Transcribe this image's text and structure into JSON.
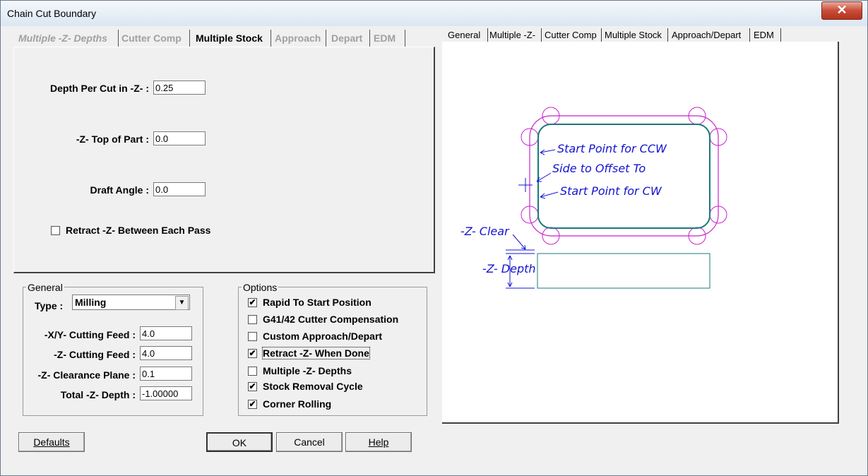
{
  "window": {
    "title": "Chain Cut Boundary",
    "close_glyph": "✕"
  },
  "left_tabs": [
    {
      "label": "Multiple -Z- Depths"
    },
    {
      "label": "Cutter Comp"
    },
    {
      "label": "Multiple Stock"
    },
    {
      "label": "Approach"
    },
    {
      "label": "Depart"
    },
    {
      "label": "EDM"
    }
  ],
  "stock": {
    "depth_per_cut_label": "Depth Per Cut in -Z- :",
    "depth_per_cut_value": "0.25",
    "top_of_part_label": "-Z- Top of Part :",
    "top_of_part_value": "0.0",
    "draft_angle_label": "Draft Angle :",
    "draft_angle_value": "0.0",
    "retract_label": "Retract -Z- Between Each Pass"
  },
  "general": {
    "title": "General",
    "type_label": "Type :",
    "type_value": "Milling",
    "xy_feed_label": "-X/Y- Cutting Feed :",
    "xy_feed_value": "4.0",
    "z_feed_label": "-Z- Cutting Feed :",
    "z_feed_value": "4.0",
    "clearance_label": "-Z- Clearance Plane :",
    "clearance_value": "0.1",
    "total_depth_label": "Total -Z- Depth :",
    "total_depth_value": "-1.00000"
  },
  "options": {
    "title": "Options",
    "check_glyph": "✔",
    "items": [
      {
        "label": "Rapid To Start Position",
        "checked": true
      },
      {
        "label": "G41/42 Cutter Compensation",
        "checked": false
      },
      {
        "label": "Custom Approach/Depart",
        "checked": false
      },
      {
        "label": "Retract -Z- When Done",
        "checked": true
      },
      {
        "label": "Multiple -Z- Depths",
        "checked": false
      },
      {
        "label": "Stock Removal Cycle",
        "checked": true
      },
      {
        "label": "Corner Rolling",
        "checked": true
      }
    ]
  },
  "buttons": {
    "defaults": "Defaults",
    "ok": "OK",
    "cancel": "Cancel",
    "help": "Help"
  },
  "right_tabs": [
    {
      "label": "General"
    },
    {
      "label": "Multiple -Z-"
    },
    {
      "label": "Cutter Comp"
    },
    {
      "label": "Multiple Stock"
    },
    {
      "label": "Approach/Depart"
    },
    {
      "label": "EDM"
    }
  ],
  "diagram": {
    "ccw": "Start Point for CCW",
    "side": "Side to Offset To",
    "cw": "Start Point for CW",
    "clear": "-Z- Clear",
    "depth": "-Z- Depth",
    "colors": {
      "outline": "#cc22cc",
      "part": "#1a7a7a",
      "text": "#1414d0"
    }
  }
}
